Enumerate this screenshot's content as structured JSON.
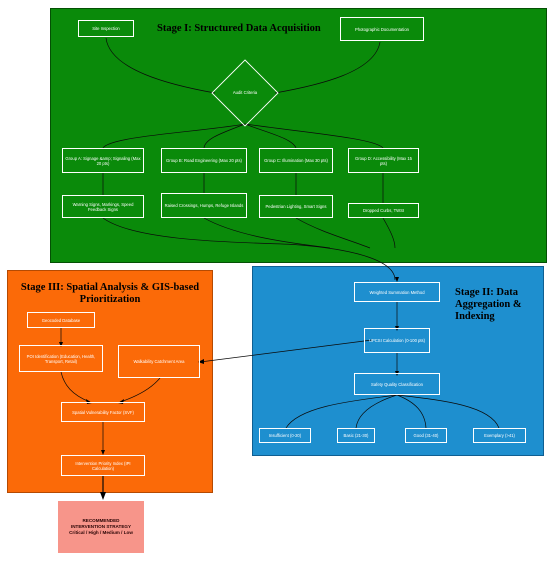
{
  "stage1": {
    "title": "Stage I: Structured Data Acquisition",
    "site_inspection": "Site Inspection",
    "photo_doc": "Photographic Documentation",
    "audit_criteria": "Audit Criteria",
    "groups": [
      {
        "label": "Group A: Signage &amp; Signaling (Max 20 pts)",
        "detail": "Warning Signs, Markings, Speed Feedback Signs"
      },
      {
        "label": "Group B: Road Engineering (Max 20 pts)",
        "detail": "Raised Crossings, Humps, Refuge Islands"
      },
      {
        "label": "Group C: Illumination (Max 30 pts)",
        "detail": "Pedestrian Lighting, Smart Signs"
      },
      {
        "label": "Group D: Accessibility (Max 15 pts)",
        "detail": "Dropped Curbs, TWSI"
      }
    ]
  },
  "stage2": {
    "title": "Stage II: Data Aggregation & Indexing",
    "weighted": "Weighted Summation Method",
    "upcsi": "UPCSI Calculation (0-100 pts)",
    "classification": "Safety Quality Classification",
    "classes": [
      "Insufficient (0-20)",
      "Basic (21-30)",
      "Good (31-40)",
      "Exemplary (>41)"
    ]
  },
  "stage3": {
    "title": "Stage III: Spatial Analysis & GIS-based Prioritization",
    "geocoded": "Geocoded Database",
    "poi": "POI Identification (Education, Health, Transport, Retail)",
    "walkability": "Walkability Catchment Area",
    "svf": "Spatial Vulnerability Factor (SVF)",
    "ipi": "Intervention Priority Index (IPI Calculation)"
  },
  "result": {
    "title": "RECOMMENDED INTERVENTION STRATEGY",
    "levels": "Critical / High / Medium / Low"
  }
}
